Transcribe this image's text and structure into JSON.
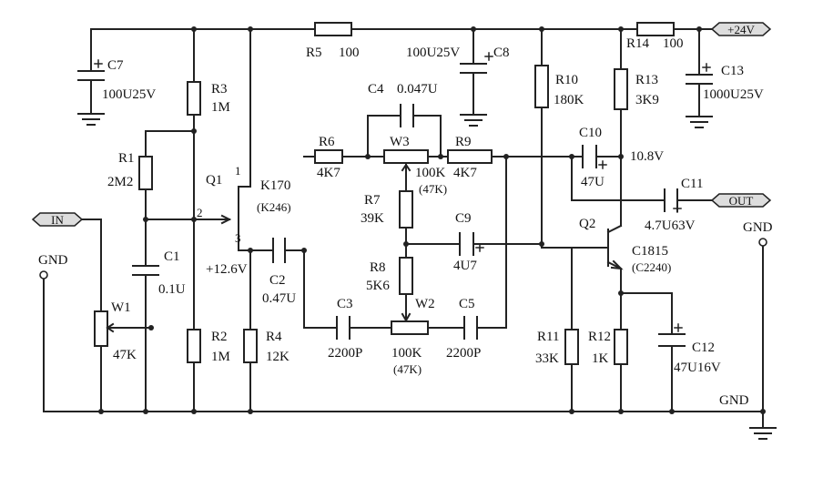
{
  "ports": {
    "in": "IN",
    "out": "OUT",
    "supply": "+24V"
  },
  "gnd": {
    "left": "GND",
    "right": "GND",
    "right_bottom": "GND"
  },
  "components": {
    "R1": {
      "ref": "R1",
      "value": "2M2"
    },
    "R2": {
      "ref": "R2",
      "value": "1M"
    },
    "R3": {
      "ref": "R3",
      "value": "1M"
    },
    "R4": {
      "ref": "R4",
      "value": "12K"
    },
    "R5": {
      "ref": "R5",
      "value": "100"
    },
    "R6": {
      "ref": "R6",
      "value": "4K7"
    },
    "R7": {
      "ref": "R7",
      "value": "39K"
    },
    "R8": {
      "ref": "R8",
      "value": "5K6"
    },
    "R9": {
      "ref": "R9",
      "value": "4K7"
    },
    "R10": {
      "ref": "R10",
      "value": "180K"
    },
    "R11": {
      "ref": "R11",
      "value": "33K"
    },
    "R12": {
      "ref": "R12",
      "value": "1K"
    },
    "R13": {
      "ref": "R13",
      "value": "3K9"
    },
    "R14": {
      "ref": "R14",
      "value": "100"
    },
    "C1": {
      "ref": "C1",
      "value": "0.1U"
    },
    "C2": {
      "ref": "C2",
      "value": "0.47U"
    },
    "C3": {
      "ref": "C3",
      "value": "2200P"
    },
    "C4": {
      "ref": "C4",
      "value": "0.047U"
    },
    "C5": {
      "ref": "C5",
      "value": "2200P"
    },
    "C7": {
      "ref": "C7",
      "value": "100U25V"
    },
    "C8": {
      "ref": "C8",
      "value": "100U25V"
    },
    "C9": {
      "ref": "C9",
      "value": "4U7"
    },
    "C10": {
      "ref": "C10",
      "value": "47U"
    },
    "C11": {
      "ref": "C11",
      "value": "4.7U63V"
    },
    "C12": {
      "ref": "C12",
      "value": "47U16V"
    },
    "C13": {
      "ref": "C13",
      "value": "1000U25V"
    },
    "W1": {
      "ref": "W1",
      "value": "47K"
    },
    "W2": {
      "ref": "W2",
      "value": "100K",
      "alt": "(47K)"
    },
    "W3": {
      "ref": "W3",
      "value": "100K",
      "alt": "(47K)"
    },
    "Q1": {
      "ref": "Q1",
      "part": "K170",
      "alt": "(K246)",
      "pins": [
        "1",
        "2",
        "3"
      ]
    },
    "Q2": {
      "ref": "Q2",
      "part": "C1815",
      "alt": "(C2240)"
    }
  },
  "voltages": {
    "q1_source": "+12.6V",
    "q2_collector": "10.8V"
  }
}
